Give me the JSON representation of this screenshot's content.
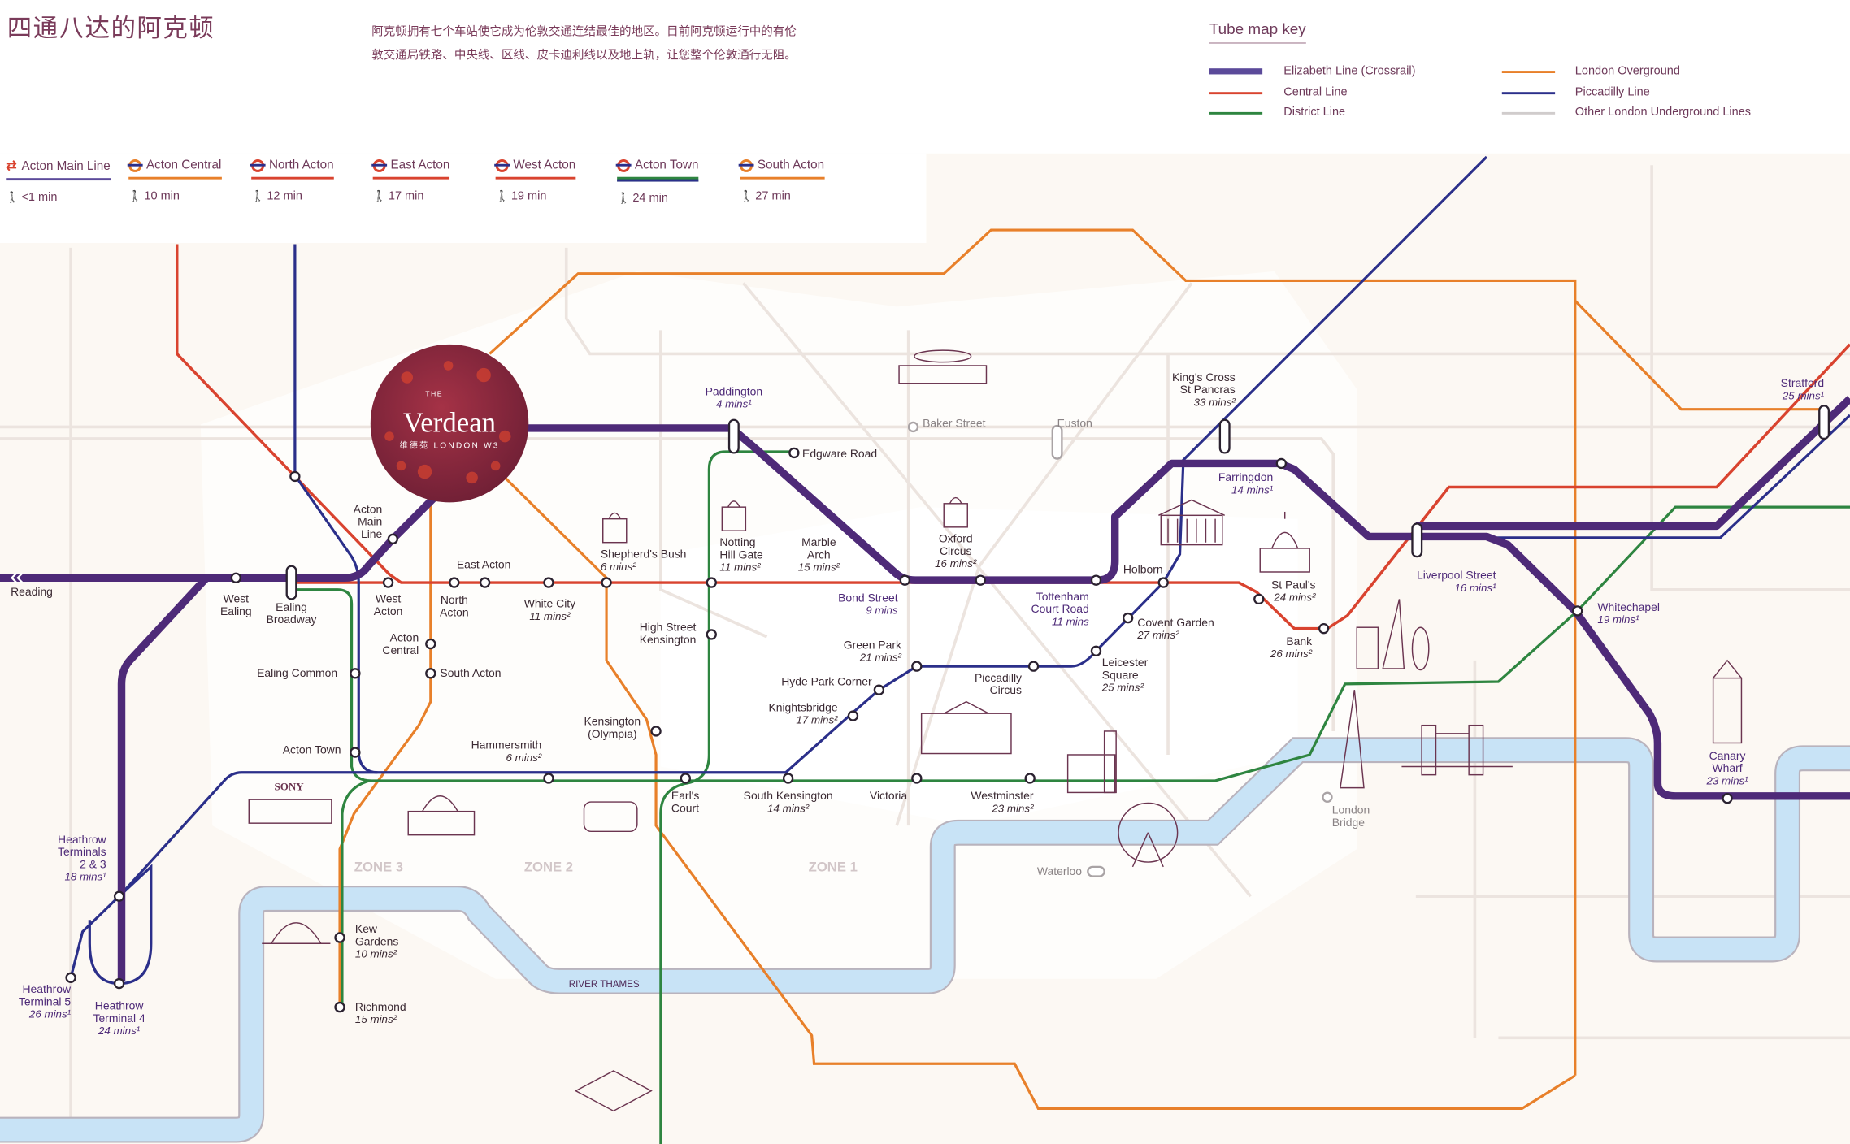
{
  "header": {
    "title": "四通八达的阿克顿",
    "intro": "阿克顿拥有七个车站使它成为伦敦交通连结最佳的地区。目前阿克顿运行中的有伦敦交通局铁路、中央线、区线、皮卡迪利线以及地上轨，让您整个伦敦通行无阻。"
  },
  "nearby_stations": [
    {
      "name": "Acton Main Line",
      "icon": "national-rail-icon",
      "walk": "<1 min",
      "color": "#5b4a9a"
    },
    {
      "name": "Acton Central",
      "icon": "roundel-overground-icon",
      "walk": "10 min",
      "color": "#e8802a"
    },
    {
      "name": "North Acton",
      "icon": "roundel-underground-icon",
      "walk": "12 min",
      "color": "#d9432f"
    },
    {
      "name": "East Acton",
      "icon": "roundel-underground-icon",
      "walk": "17 min",
      "color": "#d9432f"
    },
    {
      "name": "West Acton",
      "icon": "roundel-underground-icon",
      "walk": "19 min",
      "color": "#d9432f"
    },
    {
      "name": "Acton Town",
      "icon": "roundel-underground-icon",
      "walk": "24 min",
      "color": "#2e8540"
    },
    {
      "name": "South Acton",
      "icon": "roundel-overground-icon",
      "walk": "27 min",
      "color": "#e8802a"
    }
  ],
  "key": {
    "title": "Tube map key",
    "items": [
      {
        "label": "Elizabeth Line (Crossrail)",
        "color": "#5b4a9a"
      },
      {
        "label": "Central Line",
        "color": "#d9432f"
      },
      {
        "label": "District Line",
        "color": "#2e8540"
      },
      {
        "label": "London Overground",
        "color": "#e8802a"
      },
      {
        "label": "Piccadilly Line",
        "color": "#2b2f8a"
      },
      {
        "label": "Other London Underground Lines",
        "color": "#d0cccc"
      }
    ]
  },
  "logo": {
    "the": "THE",
    "name": "Verdean",
    "sub": "维德苑 LONDON W3"
  },
  "map": {
    "zones": [
      "ZONE 3",
      "ZONE 2",
      "ZONE 1"
    ],
    "river": "RIVER THAMES",
    "sony": "SONY",
    "stations": [
      {
        "lines": [
          "Reading"
        ],
        "time": ""
      },
      {
        "lines": [
          "West",
          "Ealing"
        ],
        "time": ""
      },
      {
        "lines": [
          "Ealing",
          "Broadway"
        ],
        "time": ""
      },
      {
        "lines": [
          "West",
          "Acton"
        ],
        "time": ""
      },
      {
        "lines": [
          "North",
          "Acton"
        ],
        "time": ""
      },
      {
        "lines": [
          "East Acton"
        ],
        "time": ""
      },
      {
        "lines": [
          "Acton",
          "Main",
          "Line"
        ],
        "time": ""
      },
      {
        "lines": [
          "Acton",
          "Central"
        ],
        "time": ""
      },
      {
        "lines": [
          "South Acton"
        ],
        "time": ""
      },
      {
        "lines": [
          "Ealing Common"
        ],
        "time": ""
      },
      {
        "lines": [
          "Acton Town"
        ],
        "time": ""
      },
      {
        "lines": [
          "White City"
        ],
        "time": "11 mins²"
      },
      {
        "lines": [
          "Shepherd's Bush"
        ],
        "time": "6 mins²"
      },
      {
        "lines": [
          "High Street",
          "Kensington"
        ],
        "time": ""
      },
      {
        "lines": [
          "Kensington",
          "(Olympia)"
        ],
        "time": ""
      },
      {
        "lines": [
          "Hammersmith"
        ],
        "time": "6 mins²"
      },
      {
        "lines": [
          "Notting",
          "Hill Gate"
        ],
        "time": "11 mins²"
      },
      {
        "lines": [
          "Marble",
          "Arch"
        ],
        "time": "15 mins²"
      },
      {
        "lines": [
          "Paddington"
        ],
        "time": "4 mins¹"
      },
      {
        "lines": [
          "Edgware Road"
        ],
        "time": ""
      },
      {
        "lines": [
          "Baker Street"
        ],
        "time": ""
      },
      {
        "lines": [
          "Euston"
        ],
        "time": ""
      },
      {
        "lines": [
          "Oxford",
          "Circus"
        ],
        "time": "16 mins²"
      },
      {
        "lines": [
          "Bond Street"
        ],
        "time": "9 mins"
      },
      {
        "lines": [
          "Tottenham",
          "Court Road"
        ],
        "time": "11 mins"
      },
      {
        "lines": [
          "Holborn"
        ],
        "time": ""
      },
      {
        "lines": [
          "Green Park"
        ],
        "time": "21 mins²"
      },
      {
        "lines": [
          "Hyde Park Corner"
        ],
        "time": ""
      },
      {
        "lines": [
          "Knightsbridge"
        ],
        "time": "17 mins²"
      },
      {
        "lines": [
          "Piccadilly",
          "Circus"
        ],
        "time": ""
      },
      {
        "lines": [
          "Leicester",
          "Square"
        ],
        "time": "25 mins²"
      },
      {
        "lines": [
          "Covent Garden"
        ],
        "time": "27 mins²"
      },
      {
        "lines": [
          "King's Cross",
          "St Pancras"
        ],
        "time": "33 mins²"
      },
      {
        "lines": [
          "Farringdon"
        ],
        "time": "14 mins¹"
      },
      {
        "lines": [
          "St Paul's"
        ],
        "time": "24 mins²"
      },
      {
        "lines": [
          "Bank"
        ],
        "time": "26 mins²"
      },
      {
        "lines": [
          "Liverpool Street"
        ],
        "time": "16 mins¹"
      },
      {
        "lines": [
          "Whitechapel"
        ],
        "time": "19 mins¹"
      },
      {
        "lines": [
          "Stratford"
        ],
        "time": "25 mins¹"
      },
      {
        "lines": [
          "Canary",
          "Wharf"
        ],
        "time": "23 mins¹"
      },
      {
        "lines": [
          "London",
          "Bridge"
        ],
        "time": ""
      },
      {
        "lines": [
          "Waterloo"
        ],
        "time": ""
      },
      {
        "lines": [
          "Westminster"
        ],
        "time": "23 mins²"
      },
      {
        "lines": [
          "Victoria"
        ],
        "time": ""
      },
      {
        "lines": [
          "South Kensington"
        ],
        "time": "14 mins²"
      },
      {
        "lines": [
          "Earl's",
          "Court"
        ],
        "time": ""
      },
      {
        "lines": [
          "Kew",
          "Gardens"
        ],
        "time": "10 mins²"
      },
      {
        "lines": [
          "Richmond"
        ],
        "time": "15 mins²"
      },
      {
        "lines": [
          "Heathrow",
          "Terminals",
          "2 & 3"
        ],
        "time": "18 mins¹"
      },
      {
        "lines": [
          "Heathrow",
          "Terminal 5"
        ],
        "time": "26 mins¹"
      },
      {
        "lines": [
          "Heathrow",
          "Terminal 4"
        ],
        "time": "24 mins¹"
      }
    ]
  }
}
